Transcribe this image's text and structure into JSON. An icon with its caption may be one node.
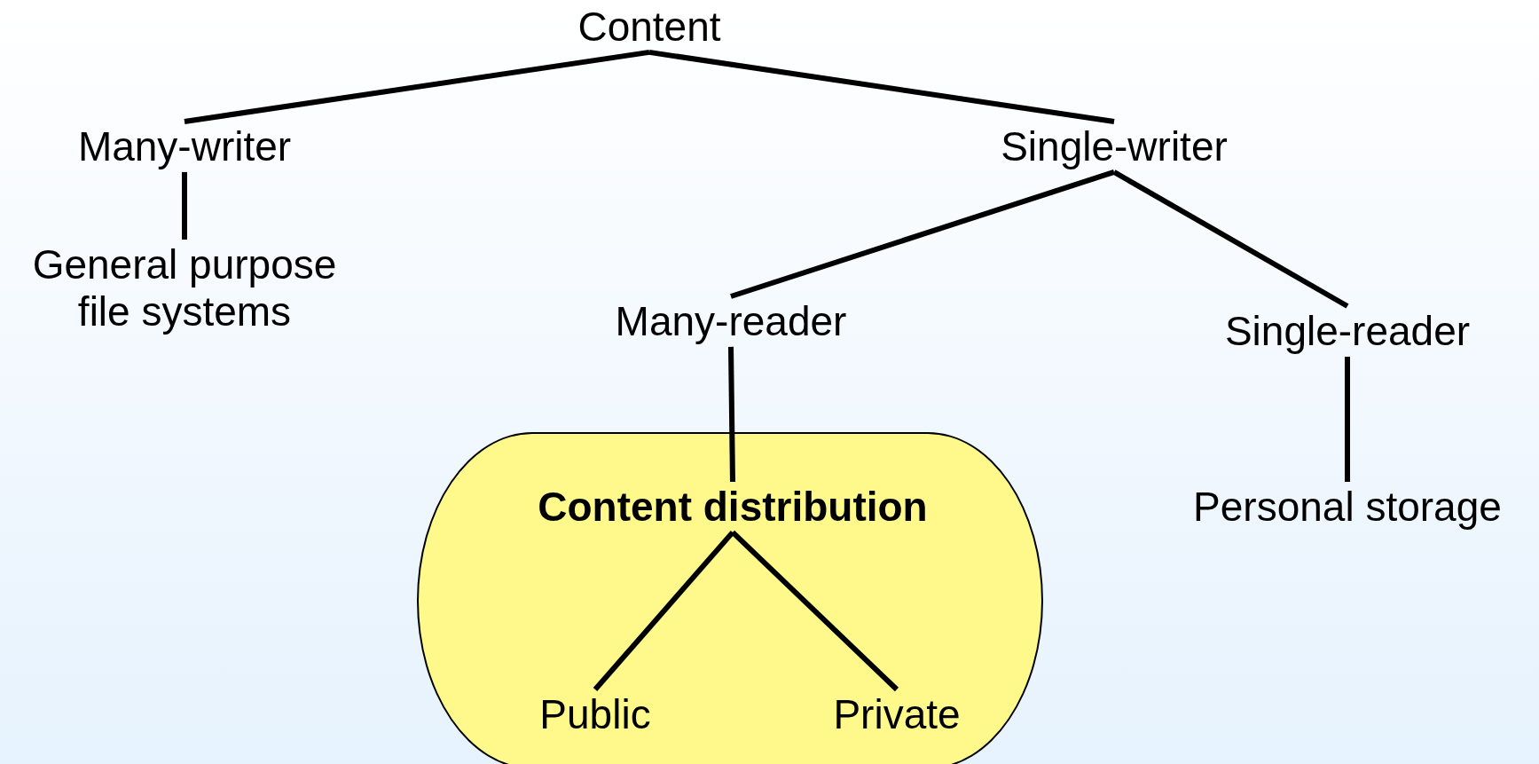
{
  "diagram": {
    "nodes": [
      {
        "text": [
          "Content"
        ]
      },
      {
        "text": [
          "Many-writer"
        ]
      },
      {
        "text": [
          "Single-writer"
        ]
      },
      {
        "text": [
          "General purpose file systems"
        ]
      },
      {
        "text": [
          "Many-reader"
        ]
      },
      {
        "text": [
          "Single-reader"
        ]
      },
      {
        "text": [],
        "shape": "box"
      },
      {
        "text": [
          "Content distribution"
        ],
        "in": 6
      },
      {
        "text": [
          "Public"
        ],
        "in": 6
      },
      {
        "text": [
          "Private"
        ],
        "in": 6
      },
      {
        "text": [
          "Personal storage"
        ]
      }
    ],
    "edges": [
      {
        "from": 0,
        "to": 1,
        "arrow": "none"
      },
      {
        "from": 0,
        "to": 2,
        "arrow": "none"
      },
      {
        "from": 1,
        "to": 3,
        "arrow": "none"
      },
      {
        "from": 2,
        "to": 4,
        "arrow": "none"
      },
      {
        "from": 2,
        "to": 5,
        "arrow": "none"
      },
      {
        "from": 4,
        "to": 7,
        "arrow": "none"
      },
      {
        "from": 7,
        "to": 8,
        "arrow": "none"
      },
      {
        "from": 7,
        "to": 9,
        "arrow": "none"
      },
      {
        "from": 5,
        "to": 10,
        "arrow": "none"
      }
    ]
  }
}
